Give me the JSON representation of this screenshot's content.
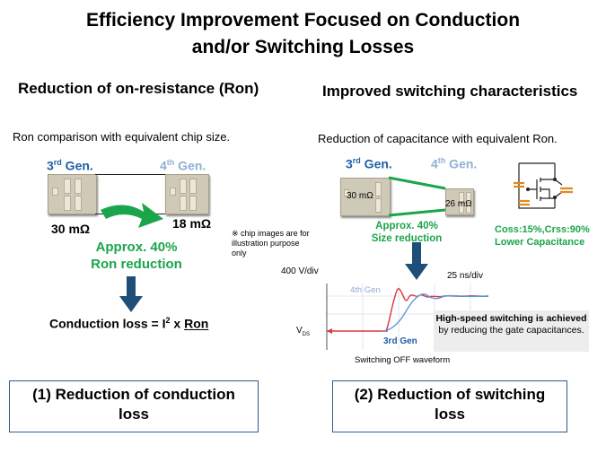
{
  "title_line1": "Efficiency Improvement Focused on Conduction",
  "title_line2": "and/or Switching Losses",
  "left": {
    "header": "Reduction of on-resistance (Ron)",
    "subtitle": "Ron comparison with equivalent  chip size.",
    "gen3_num": "3",
    "gen3_sup": "rd",
    "gen3_label": " Gen.",
    "gen4_num": "4",
    "gen4_sup": "th",
    "gen4_label": " Gen.",
    "gen3_value": "30 mΩ",
    "gen4_value": "18 mΩ",
    "approx_line1": "Approx. 40%",
    "approx_line2": "Ron reduction",
    "formula_pre": "Conduction loss = I",
    "formula_sup": "2",
    "formula_post": " x ",
    "formula_ron": "Ron",
    "box_line1": "(1) Reduction of conduction",
    "box_line2": "loss"
  },
  "note": {
    "line1": "※ chip images are for",
    "line2": "illustration purpose",
    "line3": "only"
  },
  "right": {
    "header": "Improved switching characteristics",
    "subtitle": "Reduction of capacitance with equivalent  Ron.",
    "gen3_num": "3",
    "gen3_sup": "rd",
    "gen3_label": " Gen.",
    "gen4_num": "4",
    "gen4_sup": "th",
    "gen4_label": " Gen.",
    "gen3_chip_value": "30 mΩ",
    "gen4_chip_value": "26 mΩ",
    "approx_line1": "Approx. 40%",
    "approx_line2": "Size reduction",
    "cap_line1": "Coss:15%,Crss:90%",
    "cap_line2": "Lower Capacitance",
    "waveform": {
      "y_scale": "400 V/div",
      "x_scale": "25 ns/div",
      "label_gen4": "4th Gen",
      "label_gen3": "3rd Gen",
      "vds_main": "V",
      "vds_sub": "DS",
      "caption": "Switching OFF waveform"
    },
    "callout_bold": "High-speed switching is achieved",
    "callout_rest": " by reducing the gate capacitances.",
    "box_line1": "(2) Reduction of switching",
    "box_line2": "loss"
  },
  "colors": {
    "accent_green": "#1aa54b",
    "arrow_blue": "#1f4e79",
    "gen3_blue": "#1f5fa8",
    "gen4_blue": "#8fb0d4",
    "wave_red": "#d9363e",
    "wave_blue": "#5b9bd5",
    "cap_orange": "#e08a1e"
  }
}
